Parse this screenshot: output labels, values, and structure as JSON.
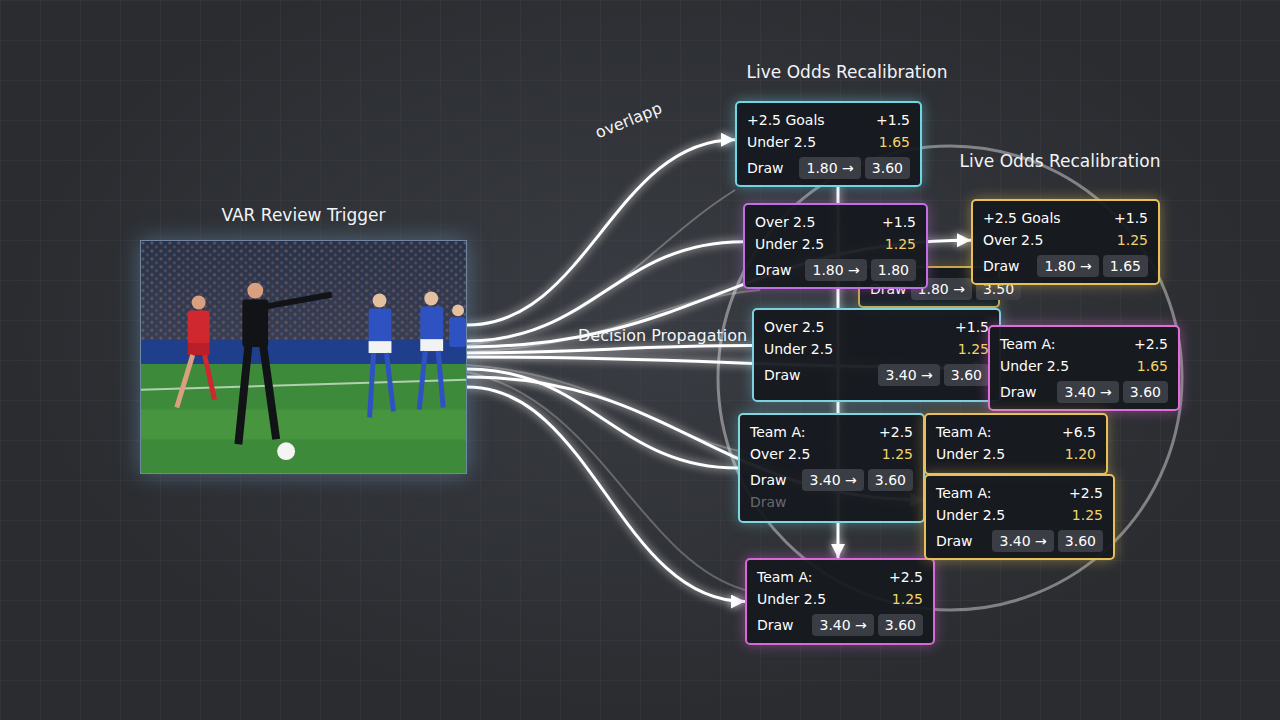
{
  "diagram": {
    "nodes": [
      {
        "text": [
          "VAR Review Trigger"
        ]
      },
      {
        "text": [
          "+2.5 Goals",
          "+1.5",
          "Under 2.5",
          "1.65",
          "Draw",
          "1.80 →",
          "3.60"
        ]
      },
      {
        "text": [
          "Over 2.5",
          "+1.5",
          "Under 2.5",
          "1.25",
          "Draw",
          "1.80 →",
          "1.80"
        ]
      },
      {
        "text": [
          "Draw",
          "1.80 →",
          "3.50"
        ]
      },
      {
        "text": [
          "+2.5 Goals",
          "+1.5",
          "Over 2.5",
          "1.25",
          "Draw",
          "1.80 →",
          "1.65"
        ]
      },
      {
        "text": [
          "Over 2.5",
          "+1.5",
          "Under 2.5",
          "1.25",
          "Draw",
          "3.40 →",
          "3.60"
        ]
      },
      {
        "text": [
          "Team A:",
          "+2.5",
          "Under 2.5",
          "1.65",
          "Draw",
          "3.40 →",
          "3.60"
        ]
      },
      {
        "text": [
          "Team A:",
          "+2.5",
          "Over 2.5",
          "1.25",
          "Draw",
          "3.40 →",
          "3.60",
          "Draw"
        ]
      },
      {
        "text": [
          "Team A:",
          "+6.5",
          "Under 2.5",
          "1.20"
        ]
      },
      {
        "text": [
          "Team A:",
          "+2.5",
          "Under 2.5",
          "1.25",
          "Draw",
          "3.40 →",
          "3.60"
        ]
      },
      {
        "text": [
          "Team A:",
          "+2.5",
          "Under 2.5",
          "1.25",
          "Draw",
          "3.40 →",
          "3.60"
        ]
      }
    ],
    "edges": [
      {
        "from": 0,
        "to": 1,
        "arrow": "to",
        "label": "overlapp"
      },
      {
        "from": 0,
        "to": 2,
        "arrow": "none"
      },
      {
        "from": 0,
        "to": 4,
        "arrow": "to"
      },
      {
        "from": 0,
        "to": 5,
        "arrow": "none"
      },
      {
        "from": 0,
        "to": 6,
        "arrow": "to",
        "label": "Decision Propagation"
      },
      {
        "from": 0,
        "to": 7,
        "arrow": "none"
      },
      {
        "from": 0,
        "to": 9,
        "arrow": "to"
      },
      {
        "from": 0,
        "to": 10,
        "arrow": "to"
      },
      {
        "from": 1,
        "to": 10,
        "arrow": "to"
      }
    ],
    "labels": [
      "Live Odds Recalibration",
      "Live Odds Recalibration"
    ]
  }
}
